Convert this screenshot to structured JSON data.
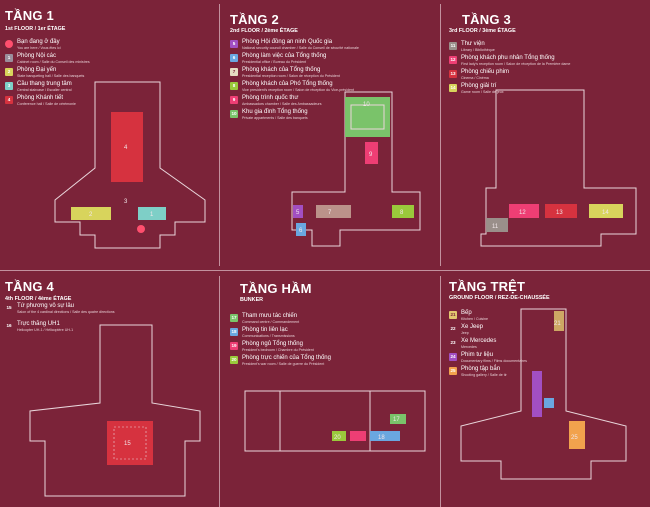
{
  "colors": {
    "background": "#7b2339",
    "line": "#e9d6db",
    "red": "#d6323f",
    "green": "#9ac93b",
    "yellow": "#d8d45c",
    "teal": "#7ecfc7",
    "violet": "#a24fc2",
    "blue": "#6aa7e0",
    "pink": "#ee3e74",
    "orange": "#f2a24d",
    "khaki": "#e2c86f",
    "gray": "#9a8f8a",
    "lightgreen": "#7ac36a",
    "olive": "#b7b86d"
  },
  "panels": [
    {
      "title": "TẦNG 1",
      "subtitle": "1st FLOOR / 1er ÉTAGE",
      "items": [
        {
          "num": "",
          "badge_color": "#ff4f6e",
          "name": "Bạn đang ở đây",
          "desc": "You are here / Vous êtes ici"
        },
        {
          "num": "1",
          "badge_color": "#9b8e9c",
          "name": "Phòng Nội các",
          "desc": "Cabinet room / Salle du Conseil des ministres"
        },
        {
          "num": "2",
          "badge_color": "#d8d45c",
          "name": "Phòng Đại yến",
          "desc": "State banqueting hall / Salle des banquets"
        },
        {
          "num": "3",
          "badge_color": "#7ecfc7",
          "name": "Cầu thang trung tâm",
          "desc": "Central staircase / Escalier central"
        },
        {
          "num": "4",
          "badge_color": "#d6323f",
          "name": "Phòng Khánh tiết",
          "desc": "Conference hall / Salle de cérémonie"
        }
      ],
      "plan_labels": [
        "4",
        "3",
        "2",
        "1"
      ]
    },
    {
      "title": "TẦNG 2",
      "subtitle": "2nd FLOOR / 2ème ÉTAGE",
      "items": [
        {
          "num": "5",
          "badge_color": "#a24fc2",
          "name": "Phòng Hội đồng an ninh Quốc gia",
          "desc": "National security council chamber / Salle du Conseil de sécurité nationale"
        },
        {
          "num": "6",
          "badge_color": "#6aa7e0",
          "name": "Phòng làm việc của Tổng thống",
          "desc": "Presidential office / Bureau du Président"
        },
        {
          "num": "7",
          "badge_color": "#e6dcc2",
          "name": "Phòng khách của Tổng thống",
          "desc": "Presidential reception room / Salon de réception du Président"
        },
        {
          "num": "8",
          "badge_color": "#9ac93b",
          "name": "Phòng khách của Phó Tổng thống",
          "desc": "Vice president's reception room / Salon de réception du Vice-président"
        },
        {
          "num": "9",
          "badge_color": "#ee3e74",
          "name": "Phòng trình quốc thư",
          "desc": "Ambassadors chamber / Salle des Ambassadeurs"
        },
        {
          "num": "10",
          "badge_color": "#7ac36a",
          "name": "Khu gia đình Tổng thống",
          "desc": "Private appartments / Salle des banquets"
        }
      ],
      "plan_labels": [
        "10",
        "9",
        "5",
        "6",
        "7",
        "8"
      ]
    },
    {
      "title": "TẦNG 3",
      "subtitle": "3rd FLOOR / 3ème ÉTAGE",
      "items": [
        {
          "num": "11",
          "badge_color": "#9a8f8a",
          "name": "Thư viện",
          "desc": "Library / Bibliothèque"
        },
        {
          "num": "12",
          "badge_color": "#ee3e74",
          "name": "Phòng khách phu nhân Tổng thống",
          "desc": "First lady's reception room / Salon de réception de la Première dame"
        },
        {
          "num": "13",
          "badge_color": "#d6323f",
          "name": "Phòng chiếu phim",
          "desc": "Cinema / Cinéma"
        },
        {
          "num": "14",
          "badge_color": "#d8d45c",
          "name": "Phòng giải trí",
          "desc": "Game room / Salle de jeux"
        }
      ],
      "plan_labels": [
        "11",
        "12",
        "13",
        "14"
      ]
    },
    {
      "title": "TẦNG 4",
      "subtitle": "4th FLOOR / 4ème ÉTAGE",
      "items": [
        {
          "num": "15",
          "badge_color": "#7b2339",
          "name": "Tứ phương vô sự lâu",
          "desc": "Salon of the 4 cardinal directions / Salle des quatre directions"
        },
        {
          "num": "16",
          "badge_color": "#7b2339",
          "name": "Trực thăng UH1",
          "desc": "Helicopter UH-1 / Hélicoptère UH-1"
        }
      ],
      "plan_labels": [
        "15"
      ]
    },
    {
      "title": "TẦNG HẦM",
      "subtitle": "BUNKER",
      "items": [
        {
          "num": "17",
          "badge_color": "#7ac36a",
          "name": "Tham mưu tác chiến",
          "desc": "Command centre / Commandement"
        },
        {
          "num": "18",
          "badge_color": "#6aa7e0",
          "name": "Phòng tin liên lạc",
          "desc": "Communications / Transmissions"
        },
        {
          "num": "19",
          "badge_color": "#ee3e74",
          "name": "Phòng ngủ Tổng thống",
          "desc": "President's bedroom / Chambre du Président"
        },
        {
          "num": "20",
          "badge_color": "#9ac93b",
          "name": "Phòng trực chiến của Tổng thống",
          "desc": "President's war room / Salle de guerre du Président"
        }
      ],
      "plan_labels": [
        "17",
        "18",
        "20"
      ]
    },
    {
      "title": "TẦNG TRỆT",
      "subtitle": "GROUND FLOOR / REZ-DE-CHAUSSÉE",
      "items": [
        {
          "num": "21",
          "badge_color": "#e2c86f",
          "name": "Bếp",
          "desc": "Kitchen / Cuisine"
        },
        {
          "num": "22",
          "badge_color": "#7b2339",
          "name": "Xe Jeep",
          "desc": "Jeep"
        },
        {
          "num": "23",
          "badge_color": "#7b2339",
          "name": "Xe Mercedes",
          "desc": "Mercedes"
        },
        {
          "num": "24",
          "badge_color": "#a24fc2",
          "name": "Phim tư liệu",
          "desc": "Documentary films / Films documentaires"
        },
        {
          "num": "25",
          "badge_color": "#f2a24d",
          "name": "Phòng tập bắn",
          "desc": "Shooting gallery / Salle de tir"
        }
      ],
      "plan_labels": [
        "21",
        "25"
      ]
    }
  ]
}
